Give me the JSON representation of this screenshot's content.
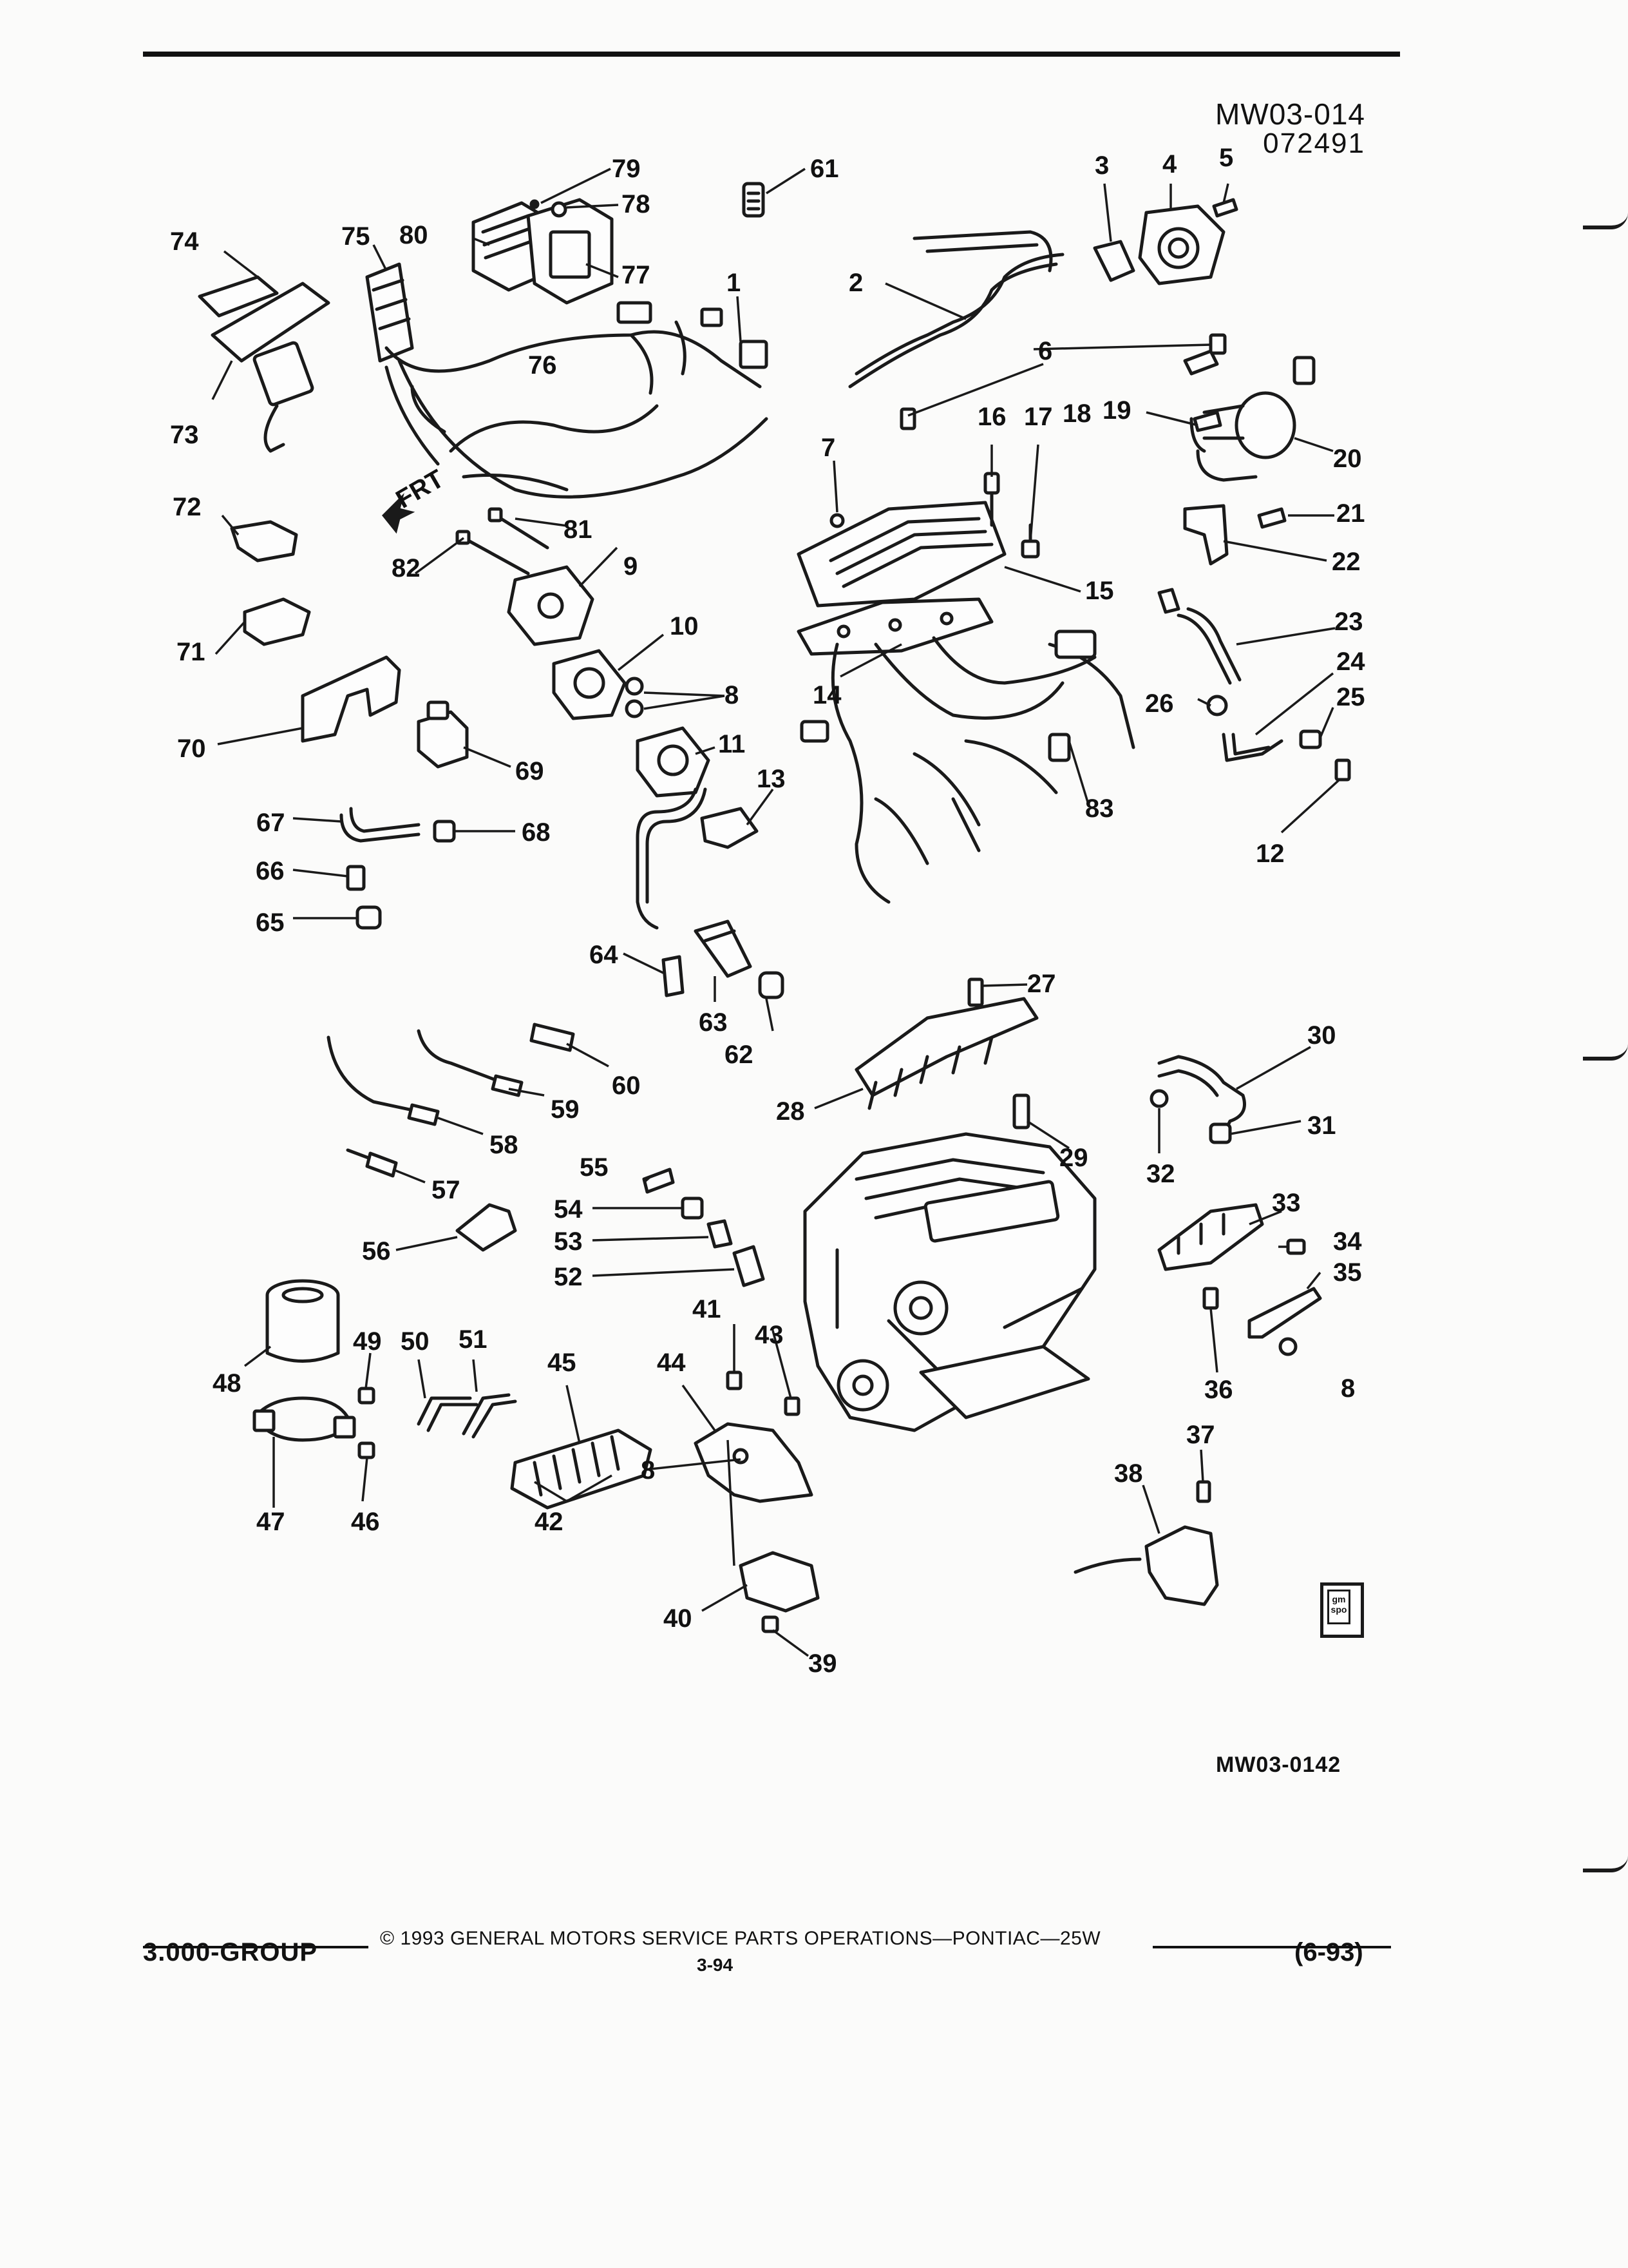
{
  "header": {
    "illustration_code": "MW03-014",
    "illustration_date": "072491"
  },
  "figure_code": "MW03-0142",
  "callouts": [
    "1",
    "2",
    "3",
    "4",
    "5",
    "6",
    "7",
    "8",
    "9",
    "10",
    "11",
    "12",
    "13",
    "14",
    "15",
    "16",
    "17",
    "18",
    "19",
    "20",
    "21",
    "22",
    "23",
    "24",
    "25",
    "26",
    "27",
    "28",
    "29",
    "30",
    "31",
    "32",
    "33",
    "34",
    "35",
    "36",
    "37",
    "38",
    "39",
    "40",
    "41",
    "42",
    "43",
    "44",
    "45",
    "46",
    "47",
    "48",
    "49",
    "50",
    "51",
    "52",
    "53",
    "54",
    "55",
    "56",
    "57",
    "58",
    "59",
    "60",
    "61",
    "62",
    "63",
    "64",
    "65",
    "66",
    "67",
    "68",
    "69",
    "70",
    "71",
    "72",
    "73",
    "74",
    "75",
    "76",
    "77",
    "78",
    "79",
    "80",
    "81",
    "82",
    "83"
  ],
  "front_arrow_label": "FRT",
  "footer": {
    "group": "3.000-GROUP",
    "copyright": "© 1993 GENERAL MOTORS SERVICE PARTS OPERATIONS—PONTIAC—25W",
    "page": "3-94",
    "revision": "(6-93)"
  },
  "logo_text": "gm spo"
}
